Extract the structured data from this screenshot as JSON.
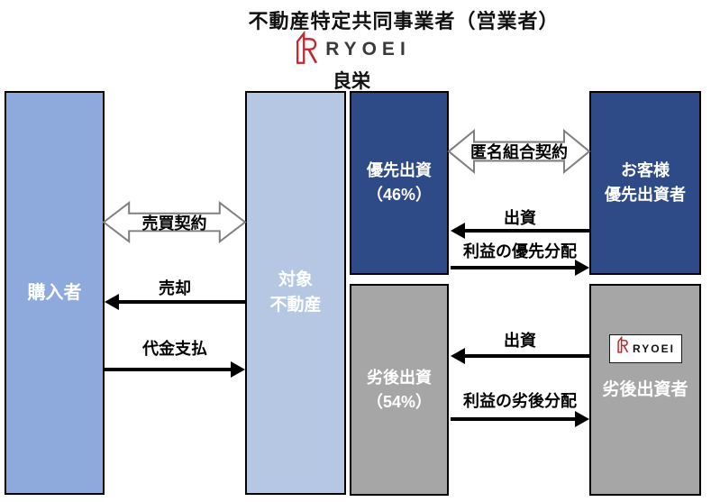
{
  "title": "不動産特定共同事業者（営業者）",
  "logo": {
    "wordmark": "RYOEI",
    "company_name": "良栄"
  },
  "boxes": {
    "buyer": {
      "label": "購入者",
      "color": "#8EA9DB"
    },
    "property": {
      "line1": "対象",
      "line2": "不動産",
      "color": "#B6C7E4"
    },
    "senior_investment": {
      "line1": "優先出資",
      "line2": "（46%）",
      "color": "#2E4A87"
    },
    "customer": {
      "line1": "お客様",
      "line2": "優先出資者",
      "color": "#2E4A87"
    },
    "subordinated_investment": {
      "line1": "劣後出資",
      "line2": "（54%）",
      "color": "#A6A6A6"
    },
    "subordinated_investor": {
      "label": "劣後出資者",
      "badge_wordmark": "RYOEI",
      "color": "#A6A6A6"
    }
  },
  "arrows": {
    "sales_contract": {
      "label": "売買契約",
      "type": "double"
    },
    "sale": {
      "label": "売却",
      "direction": "left"
    },
    "payment": {
      "label": "代金支払",
      "direction": "right"
    },
    "anonymous_partnership": {
      "label": "匿名組合契約",
      "type": "double"
    },
    "senior_investment_flow": {
      "label": "出資",
      "direction": "left"
    },
    "senior_profit_distribution": {
      "label": "利益の優先分配",
      "direction": "right"
    },
    "subordinated_investment_flow": {
      "label": "出資",
      "direction": "left"
    },
    "subordinated_profit_distribution": {
      "label": "利益の劣後分配",
      "direction": "right"
    }
  },
  "colors": {
    "logo_red": "#C1272D",
    "arrow_black": "#000000",
    "double_arrow_outline": "#808080"
  }
}
